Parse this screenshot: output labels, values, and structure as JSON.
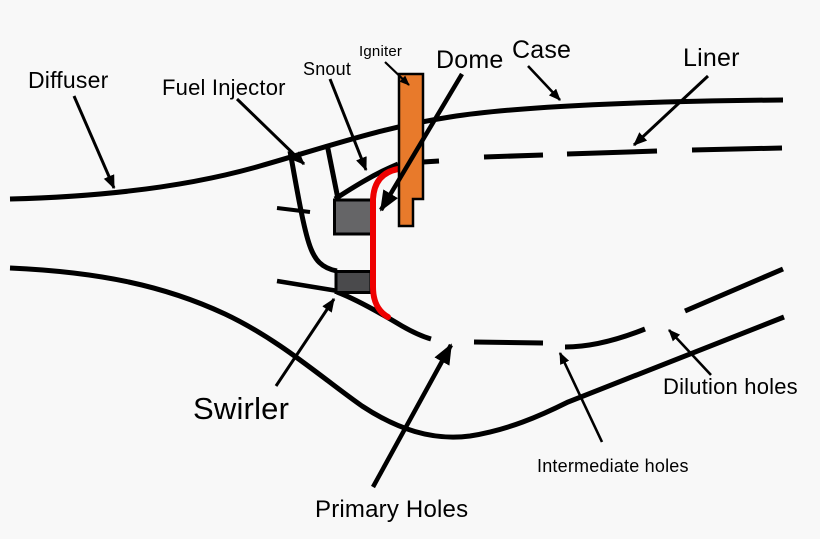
{
  "labels": {
    "diffuser": "Diffuser",
    "fuel_injector": "Fuel Injector",
    "snout": "Snout",
    "igniter": "Igniter",
    "dome": "Dome",
    "case": "Case",
    "liner": "Liner",
    "swirler": "Swirler",
    "primary_holes": "Primary Holes",
    "intermediate_holes": "Intermediate holes",
    "dilution_holes": "Dilution holes"
  },
  "colors": {
    "background": "#f8f8f8",
    "line": "#000000",
    "dome": "#ee0000",
    "igniter_fill": "#e87a2b",
    "fuel_injector_fill": "#656567",
    "swirler_fill": "#4a4a4c"
  }
}
